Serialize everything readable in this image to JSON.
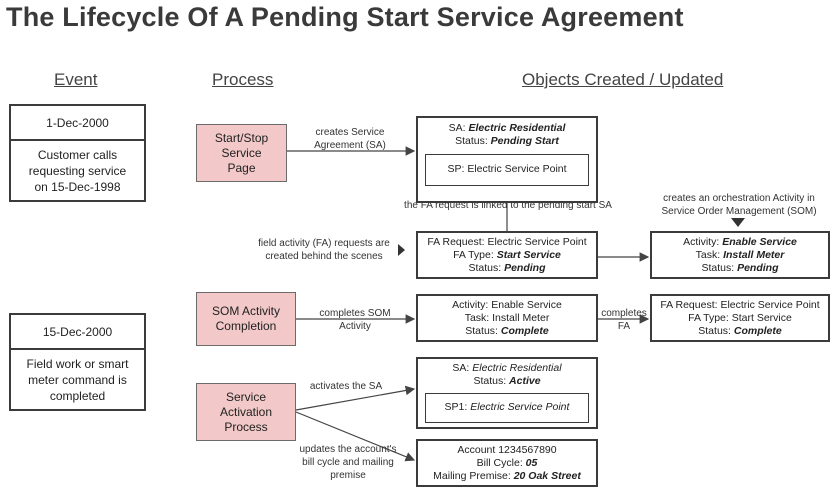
{
  "title": "The Lifecycle Of A Pending Start Service Agreement",
  "headers": {
    "event": "Event",
    "process": "Process",
    "objects": "Objects Created / Updated"
  },
  "events": [
    {
      "date": "1-Dec-2000",
      "desc": "Customer calls requesting service on 15-Dec-1998"
    },
    {
      "date": "15-Dec-2000",
      "desc": "Field work or smart meter command is completed"
    }
  ],
  "processes": {
    "start_stop": "Start/Stop Service Page",
    "som_completion": "SOM Activity Completion",
    "service_activation": "Service Activation Process"
  },
  "labels": {
    "creates_sa": "creates Service Agreement (SA)",
    "fa_linked": "the FA request is linked to the pending start SA",
    "fa_behind": "field activity (FA) requests are created behind the scenes",
    "creates_orch": "creates an orchestration Activity in Service Order Management (SOM)",
    "completes_som": "completes SOM Activity",
    "completes_fa": "completes FA",
    "activates_sa": "activates the SA",
    "updates_account": "updates the account's bill cycle and mailing premise"
  },
  "objects": {
    "sa1": {
      "sa_label": "SA:",
      "sa_value": "Electric Residential",
      "status_label": "Status:",
      "status_value": "Pending Start",
      "sp_label": "SP:",
      "sp_value": "Electric Service Point"
    },
    "fa1": {
      "req_label": "FA Request:",
      "req_value": "Electric Service Point",
      "type_label": "FA Type:",
      "type_value": "Start Service",
      "status_label": "Status:",
      "status_value": "Pending"
    },
    "act1": {
      "act_label": "Activity:",
      "act_value": "Enable Service",
      "task_label": "Task:",
      "task_value": "Install Meter",
      "status_label": "Status:",
      "status_value": "Pending"
    },
    "act2": {
      "act_label": "Activity:",
      "act_value": "Enable Service",
      "task_label": "Task:",
      "task_value": "Install Meter",
      "status_label": "Status:",
      "status_value": "Complete"
    },
    "fa2": {
      "req_label": "FA Request:",
      "req_value": "Electric Service Point",
      "type_label": "FA Type:",
      "type_value": "Start Service",
      "status_label": "Status:",
      "status_value": "Complete"
    },
    "sa2": {
      "sa_label": "SA:",
      "sa_value": "Electric Residential",
      "status_label": "Status:",
      "status_value": "Active",
      "sp_label": "SP1:",
      "sp_value": "Electric Service Point"
    },
    "account": {
      "account_line": "Account 1234567890",
      "cycle_label": "Bill Cycle:",
      "cycle_value": "05",
      "premise_label": "Mailing Premise:",
      "premise_value": "20 Oak Street"
    }
  }
}
